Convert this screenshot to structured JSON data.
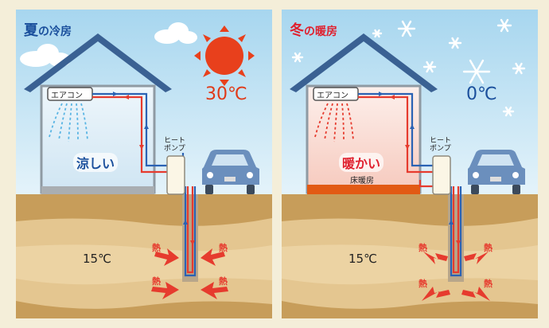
{
  "summer": {
    "title_season": "夏",
    "title_rest": "の冷房",
    "air_temp": "30℃",
    "ground_temp": "15℃",
    "ac_label": "エアコン",
    "feeling": "涼しい",
    "pump_line1": "ヒート",
    "pump_line2": "ポンプ",
    "heat_label": "熱",
    "colors": {
      "sky": "#c9e6f4",
      "title_season": "#1a4f9c",
      "air_temp": "#e03a18",
      "house_inner": "#dcecf6"
    }
  },
  "winter": {
    "title_season": "冬",
    "title_rest": "の暖房",
    "air_temp": "0℃",
    "ground_temp": "15℃",
    "ac_label": "エアコン",
    "feeling": "暖かい",
    "floor_heating": "床暖房",
    "pump_line1": "ヒート",
    "pump_line2": "ポンプ",
    "heat_label": "熱",
    "colors": {
      "sky": "#c9e6f4",
      "title_season": "#e0202e",
      "air_temp": "#1a4f9c",
      "house_inner": "#f8d7cf"
    }
  },
  "colors": {
    "pipe_warm": "#e63b2e",
    "pipe_cool": "#2a62b4",
    "roof": "#3a6193",
    "soil_dark": "#c79d5a",
    "soil_light": "#e4c690",
    "car": "#6b8fbd"
  }
}
